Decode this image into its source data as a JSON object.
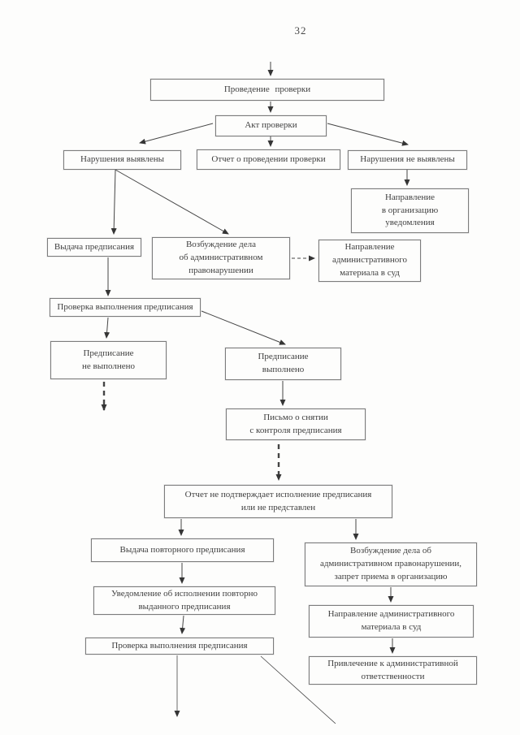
{
  "page_number": "32",
  "diagram": {
    "nodes": [
      {
        "id": "inspection",
        "label": "Проведение проверки"
      },
      {
        "id": "inspection-act",
        "label": "Акт проверки"
      },
      {
        "id": "violations-found",
        "label": "Нарушения выявлены"
      },
      {
        "id": "inspection-report",
        "label": "Отчет о проведении проверки"
      },
      {
        "id": "no-violations",
        "label": "Нарушения не выявлены"
      },
      {
        "id": "notice-to-org",
        "label": "Направление\nв организацию\nуведомления"
      },
      {
        "id": "order-issued",
        "label": "Выдача предписания"
      },
      {
        "id": "admin-case",
        "label": "Возбуждение дела\nоб административном\nправонарушении"
      },
      {
        "id": "materials-to-court",
        "label": "Направление\nадминистративного\nматериала в суд"
      },
      {
        "id": "order-check",
        "label": "Проверка выполнения предписания"
      },
      {
        "id": "order-not-fulfilled",
        "label": "Предписание\nне выполнено"
      },
      {
        "id": "order-fulfilled",
        "label": "Предписание\nвыполнено"
      },
      {
        "id": "control-removal-letter",
        "label": "Письмо о снятии\nс контроля предписания"
      },
      {
        "id": "report-not-confirming",
        "label": "Отчет не подтверждает исполнение предписания\nили не представлен"
      },
      {
        "id": "repeat-order",
        "label": "Выдача повторного предписания"
      },
      {
        "id": "admin-case-ban",
        "label": "Возбуждение дела об\nадминистративном правонарушении,\nзапрет приема в организацию"
      },
      {
        "id": "repeat-order-notice",
        "label": "Уведомление об исполнении повторно\nвыданного предписания"
      },
      {
        "id": "materials-to-court-2",
        "label": "Направление административного\nматериала в суд"
      },
      {
        "id": "order-check-2",
        "label": "Проверка выполнения предписания"
      },
      {
        "id": "admin-liability",
        "label": "Привлечение к административной\nответственности"
      }
    ]
  }
}
